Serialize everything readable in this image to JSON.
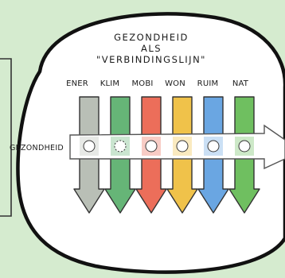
{
  "title": {
    "line1": "GEZONDHEID",
    "line2": "ALS",
    "line3": "\"VERBINDINGSLIJN\""
  },
  "columns": [
    {
      "label": "ENER",
      "color": "#b9bfb6"
    },
    {
      "label": "KLIM",
      "color": "#66b577"
    },
    {
      "label": "MOBI",
      "color": "#ec6e5a"
    },
    {
      "label": "WON",
      "color": "#f0c24a"
    },
    {
      "label": "RUIM",
      "color": "#6aa6e2"
    },
    {
      "label": "NAT",
      "color": "#6fbf60"
    }
  ],
  "connector": {
    "label": "GEZONDHEID"
  },
  "colors": {
    "background": "#d5ebcf",
    "bubble": "#ffffff",
    "ink": "#1a1a1a"
  }
}
